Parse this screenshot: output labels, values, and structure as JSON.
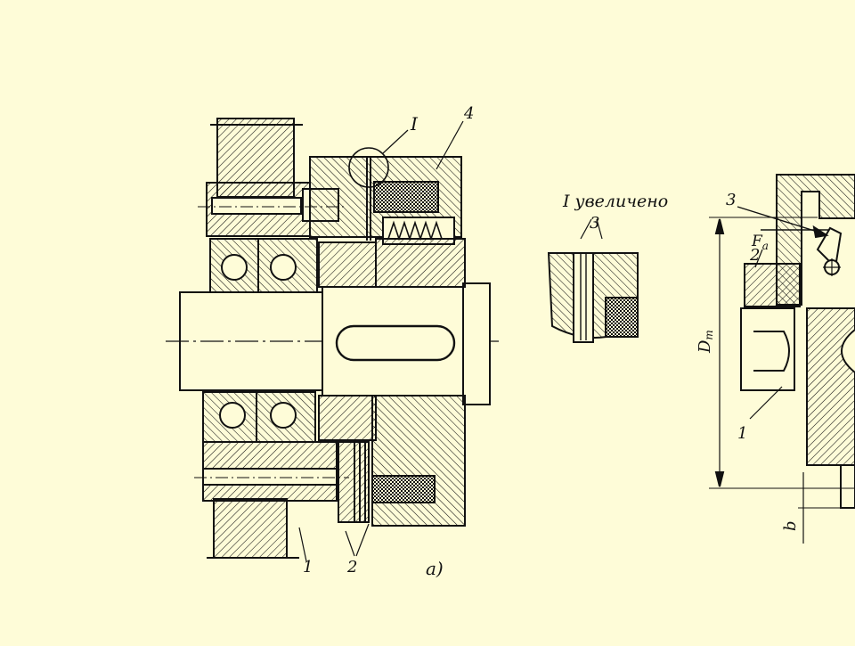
{
  "colors": {
    "background": "#fefcd8",
    "ink": "#111111"
  },
  "labels": {
    "detail_mark": "I",
    "part_4": "4",
    "part_1": "1",
    "part_2": "2",
    "view_a": "a)",
    "enlarged_title": "I увеличено",
    "enlarged_part_3": "3",
    "right_part_3": "3",
    "right_force": "F",
    "right_force_sub": "a",
    "right_part_2": "2",
    "right_part_1": "1",
    "dim_dm": "D",
    "dim_dm_sub": "m",
    "dim_b": "b"
  }
}
